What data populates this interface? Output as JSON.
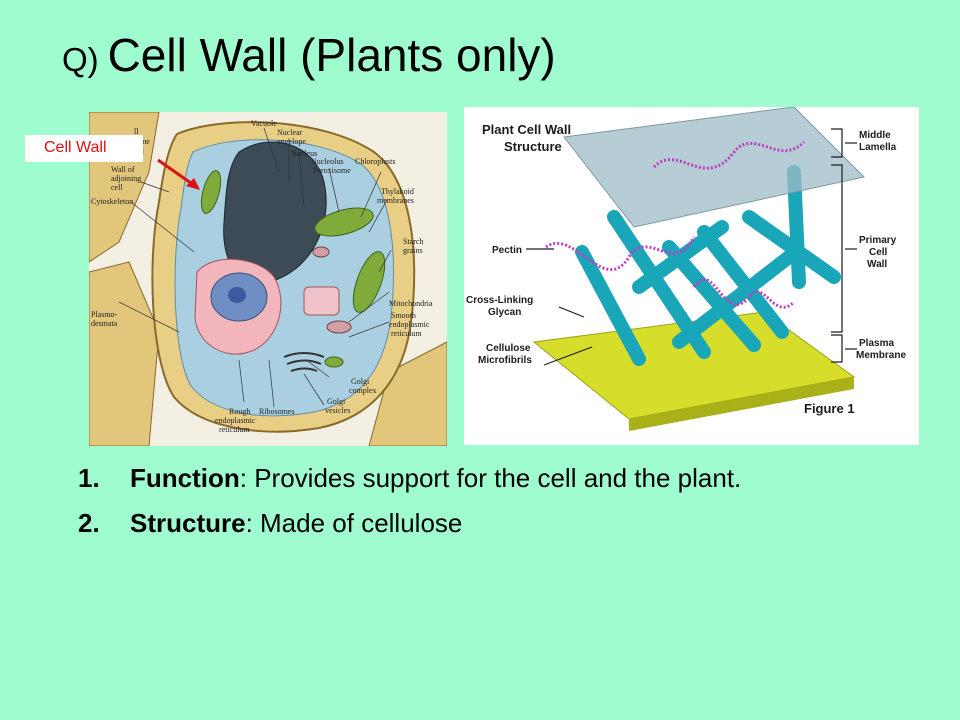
{
  "title": {
    "prefix": "Q)",
    "main": "Cell Wall (Plants only)"
  },
  "callout": {
    "label": "Cell Wall",
    "color": "#e01010"
  },
  "left_diagram": {
    "labels": {
      "wall_fragment_1": "ll",
      "wall_fragment_2": "brane",
      "wall_fragment_3": "all",
      "wall_of_adjoining_1": "Wall of",
      "wall_of_adjoining_2": "adjoining",
      "wall_of_adjoining_3": "cell",
      "cytoskeleton": "Cytoskeleton",
      "vacuole": "Vacuole",
      "nuclear_envelope_1": "Nuclear",
      "nuclear_envelope_2": "envelope",
      "nucleus": "Nucleus",
      "nucleolus": "Nucleolus",
      "peroxisome": "Peroxisome",
      "chloroplasts": "Chloroplasts",
      "thylakoid_1": "Thylakoid",
      "thylakoid_2": "membranes",
      "starch_1": "Starch",
      "starch_2": "grains",
      "mitochondria": "Mitochondria",
      "smooth_er_1": "Smooth",
      "smooth_er_2": "endoplasmic",
      "smooth_er_3": "reticulum",
      "plasmodesmata_1": "Plasmo-",
      "plasmodesmata_2": "desmata",
      "golgi_complex_1": "Golgi",
      "golgi_complex_2": "complex",
      "golgi_vesicles_1": "Golgi",
      "golgi_vesicles_2": "vesicles",
      "rough_er_1": "Rough",
      "rough_er_2": "endoplasmic",
      "rough_er_3": "reticulum",
      "ribosomes": "Ribosomes"
    }
  },
  "right_diagram": {
    "heading_1": "Plant Cell Wall",
    "heading_2": "Structure",
    "labels": {
      "middle_lamella_1": "Middle",
      "middle_lamella_2": "Lamella",
      "primary_wall_1": "Primary",
      "primary_wall_2": "Cell",
      "primary_wall_3": "Wall",
      "plasma_membrane_1": "Plasma",
      "plasma_membrane_2": "Membrane",
      "pectin": "Pectin",
      "cross_linking_1": "Cross-Linking",
      "cross_linking_2": "Glycan",
      "cellulose_1": "Cellulose",
      "cellulose_2": "Microfibrils",
      "figure": "Figure 1"
    }
  },
  "list": [
    {
      "number": "1.",
      "term": "Function",
      "text": ":  Provides support for the cell and the plant."
    },
    {
      "number": "2.",
      "term": "Structure",
      "text": ": Made of cellulose"
    }
  ]
}
